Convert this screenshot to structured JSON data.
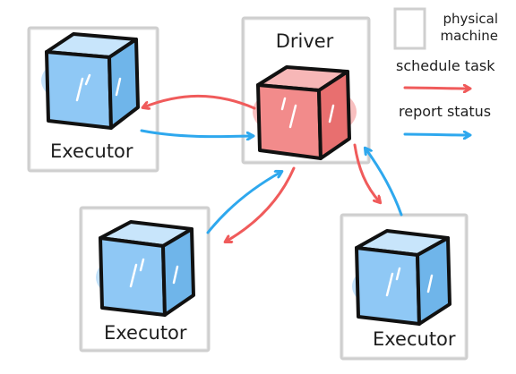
{
  "legend": {
    "machine_line1": "physical",
    "machine_line2": "machine",
    "schedule": "schedule task",
    "report": "report status"
  },
  "nodes": {
    "driver": "Driver",
    "executor_top_left": "Executor",
    "executor_bottom_left": "Executor",
    "executor_bottom_right": "Executor"
  },
  "colors": {
    "schedule_arrow": "#f05b5b",
    "report_arrow": "#2ea8ee",
    "driver_cube": "#f28b8b",
    "executor_cube": "#8fc8f5",
    "outline": "#111111",
    "box_border": "#cfcfcf"
  }
}
